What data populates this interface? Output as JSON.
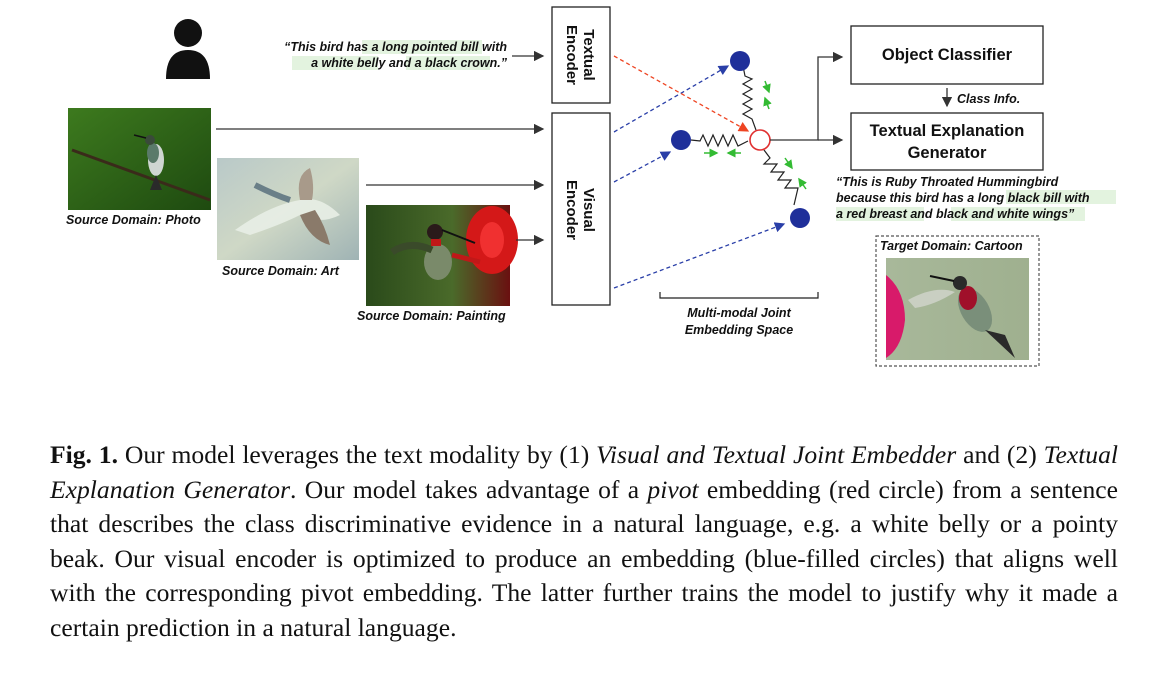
{
  "diagram": {
    "quote_in_line1": "“This bird has ",
    "quote_in_hl1": "a long pointed bill",
    "quote_in_line1b": " with",
    "quote_in_hl2": "a white belly",
    "quote_in_line2b": " and ",
    "quote_in_hl3": "a black crown",
    "quote_in_end": ".”",
    "textual_encoder_line1": "Textual",
    "textual_encoder_line2": "Encoder",
    "visual_encoder_line1": "Visual",
    "visual_encoder_line2": "Encoder",
    "object_classifier": "Object Classifier",
    "class_info": "Class Info.",
    "generator_line1": "Textual Explanation",
    "generator_line2": "Generator",
    "quote_out_line1": "“This is Ruby Throated Hummingbird",
    "quote_out_line2a": "because this bird has ",
    "quote_out_hl1": "a long black bill",
    "quote_out_line2b": " with",
    "quote_out_hl2": "a red breast",
    "quote_out_line3a": " and ",
    "quote_out_hl3": "black and white wings",
    "quote_out_end": "”",
    "src_photo": "Source Domain: Photo",
    "src_art": "Source Domain: Art",
    "src_painting": "Source Domain: Painting",
    "target_domain": "Target Domain: Cartoon",
    "embed_line1": "Multi-modal Joint",
    "embed_line2": "Embedding Space"
  },
  "caption": {
    "label": "Fig. 1.",
    "t1": " Our model leverages the text modality by (1) ",
    "i1": "Visual and Textual Joint Embedder",
    "t2": " and (2) ",
    "i2": "Textual Explanation Generator",
    "t3": ". Our model takes advantage of a ",
    "i3": "pivot",
    "t4": " embedding (red circle) from a sentence that describes the class discriminative evidence in a natural language, e.g. a white belly or a pointy beak. Our visual encoder is optimized to produce an embedding (blue-filled circles) that aligns well with the corresponding pivot embedding. The latter further trains the model to justify why it made a certain prediction in a natural language."
  },
  "colors": {
    "highlight": "#e3f3df",
    "pivot_red": "#e03030",
    "embed_blue": "#1f2f9a",
    "arrow_green": "#33bb33",
    "dashed_blue": "#2a3fa8",
    "dashed_red": "#ee4422"
  },
  "icons": [
    "person-icon",
    "bird-photo",
    "bird-art",
    "bird-painting",
    "bird-cartoon"
  ]
}
